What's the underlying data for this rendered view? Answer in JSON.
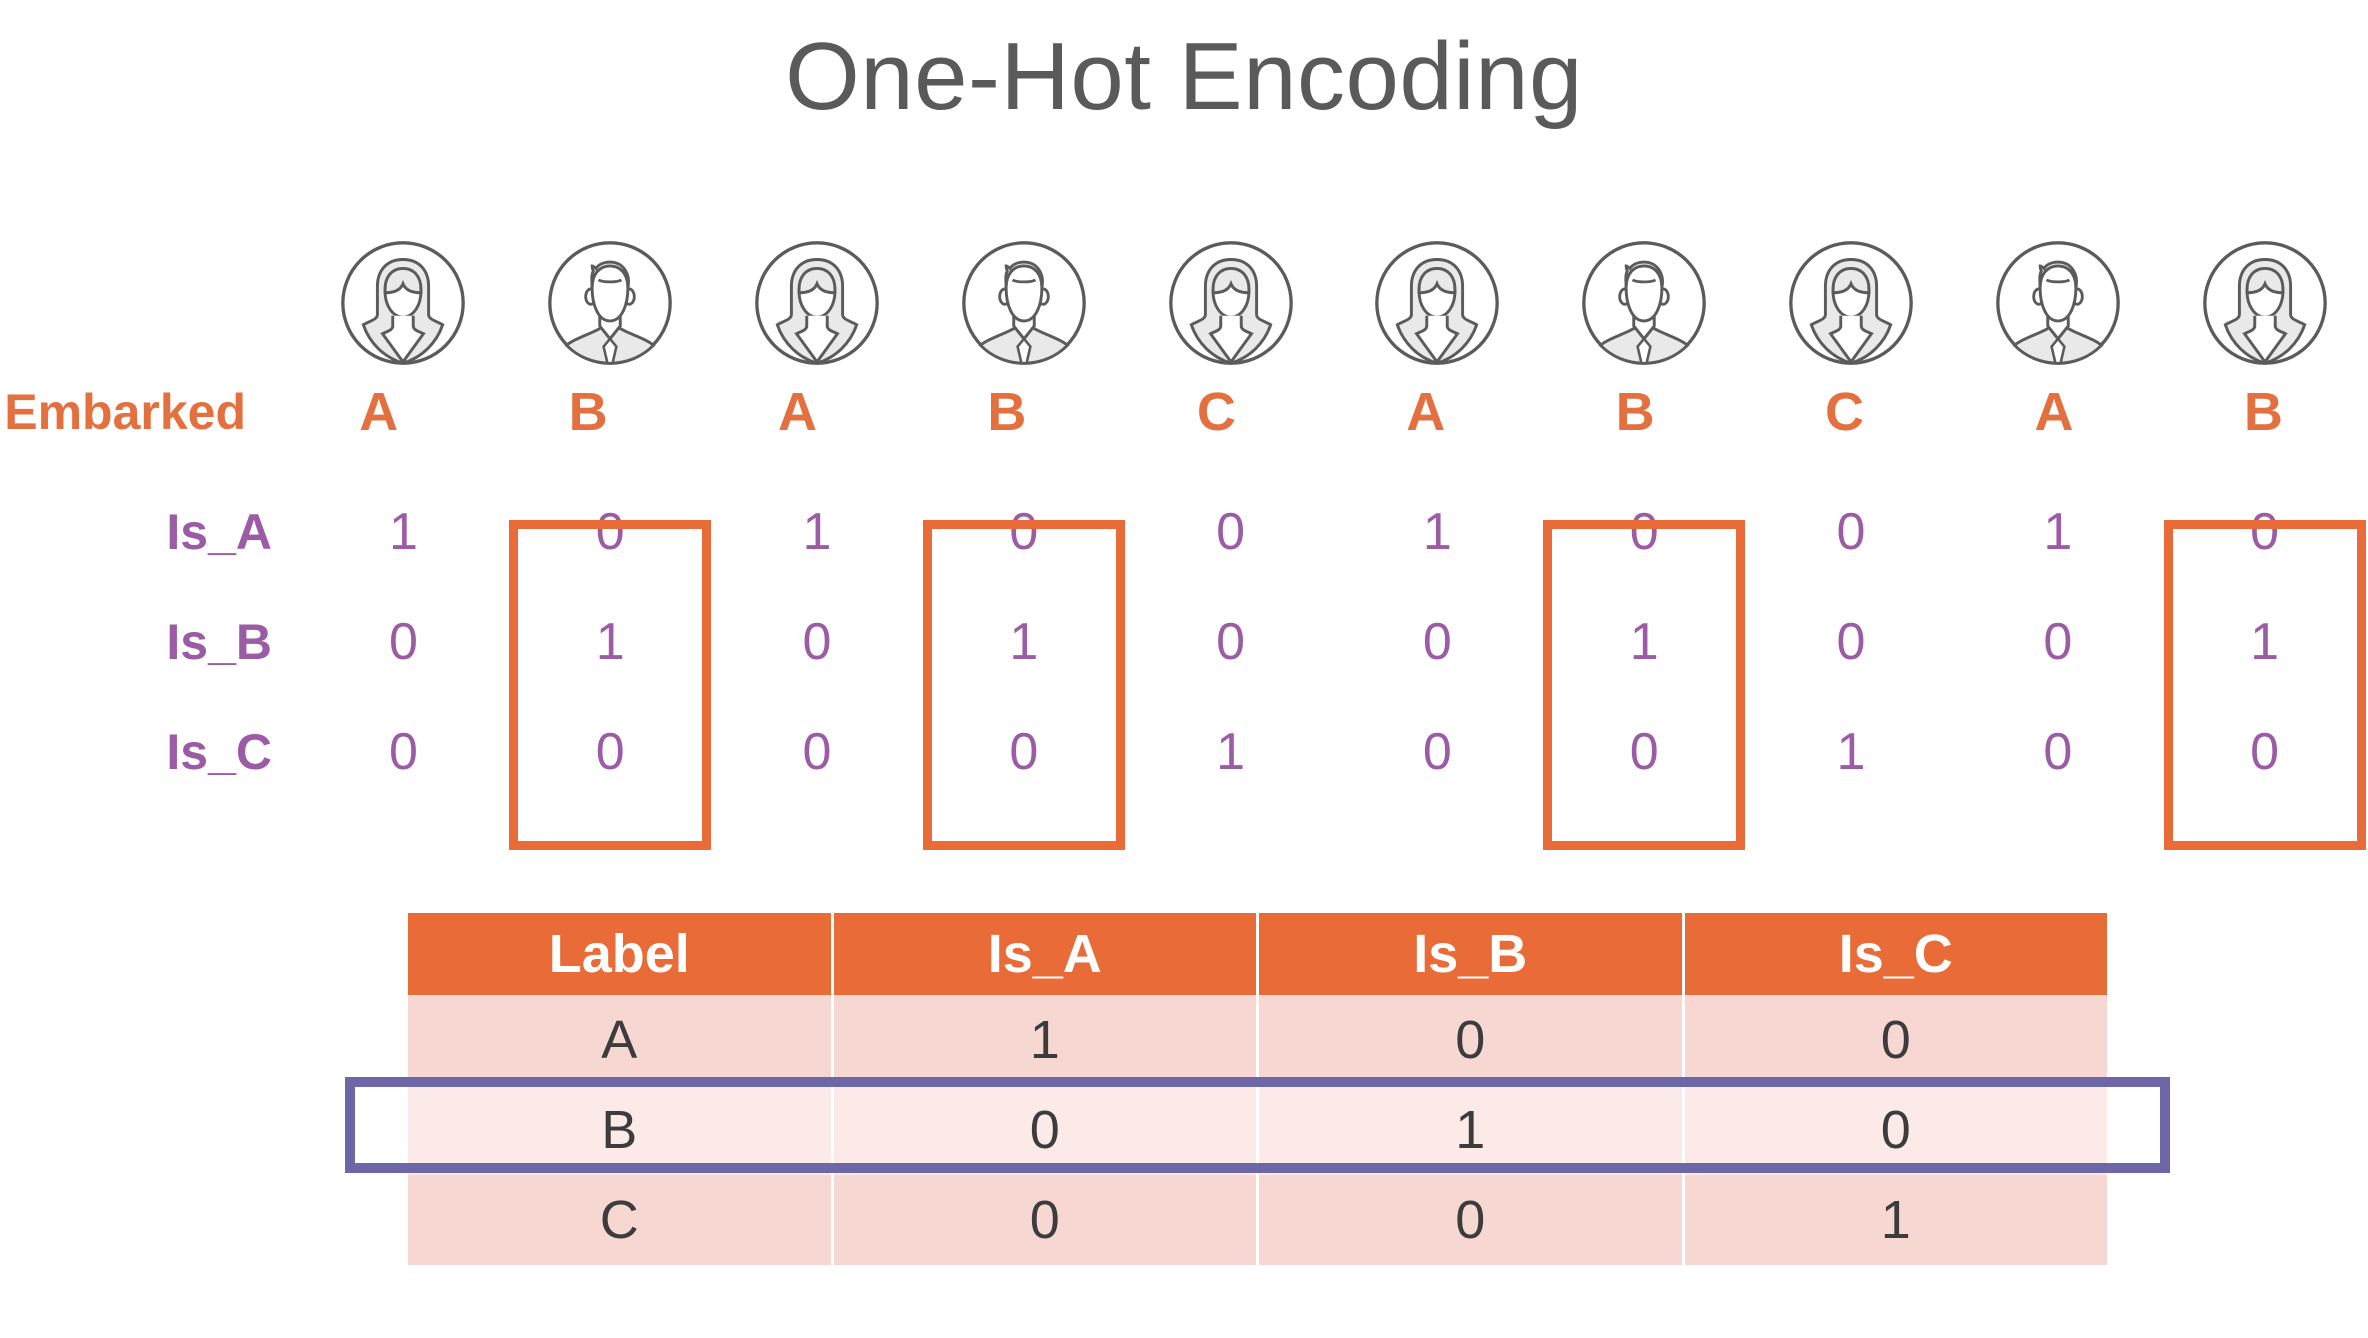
{
  "title": "One-Hot Encoding",
  "colors": {
    "orange": "#E86B38",
    "orange_text": "#E4703F",
    "purple": "#9B5BA5",
    "highlight_purple": "#6D67A8",
    "row_dark": "#F7D7D1",
    "row_light": "#FBEAE7",
    "title_gray": "#5A5A5A"
  },
  "matrix": {
    "row_labels": {
      "embarked": "Embarked",
      "is_a": "Is_A",
      "is_b": "Is_B",
      "is_c": "Is_C"
    },
    "avatars": [
      "avatar-female-icon",
      "avatar-male-icon",
      "avatar-female-icon",
      "avatar-male-icon",
      "avatar-female-icon",
      "avatar-female-icon",
      "avatar-male-icon",
      "avatar-female-icon",
      "avatar-male-icon",
      "avatar-female-icon"
    ],
    "embarked": [
      "A",
      "B",
      "A",
      "B",
      "C",
      "A",
      "B",
      "C",
      "A",
      "B"
    ],
    "is_a": [
      "1",
      "0",
      "1",
      "0",
      "0",
      "1",
      "0",
      "0",
      "1",
      "0"
    ],
    "is_b": [
      "0",
      "1",
      "0",
      "1",
      "0",
      "0",
      "1",
      "0",
      "0",
      "1"
    ],
    "is_c": [
      "0",
      "0",
      "0",
      "0",
      "1",
      "0",
      "0",
      "1",
      "0",
      "0"
    ],
    "highlighted_columns": [
      2,
      4,
      7,
      10
    ]
  },
  "lookup_table": {
    "headers": [
      "Label",
      "Is_A",
      "Is_B",
      "Is_C"
    ],
    "rows": [
      {
        "label": "A",
        "values": [
          "1",
          "0",
          "0"
        ],
        "highlighted": false
      },
      {
        "label": "B",
        "values": [
          "0",
          "1",
          "0"
        ],
        "highlighted": true
      },
      {
        "label": "C",
        "values": [
          "0",
          "0",
          "1"
        ],
        "highlighted": false
      }
    ],
    "highlighted_row_index": 1
  }
}
